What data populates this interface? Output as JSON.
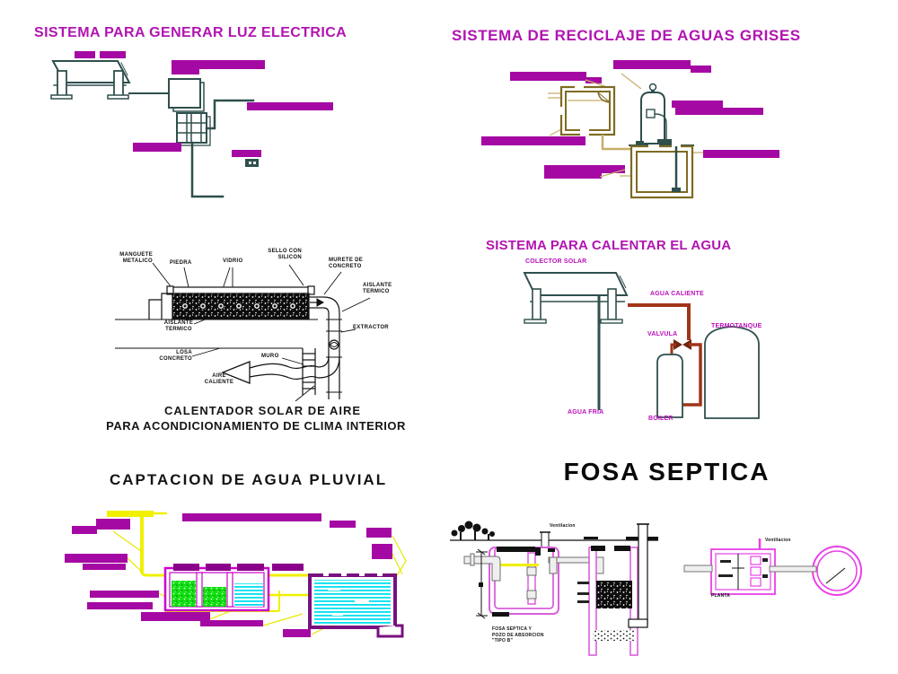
{
  "panels": {
    "luz": {
      "title": "SISTEMA PARA GENERAR LUZ ELECTRICA"
    },
    "grises": {
      "title": "SISTEMA DE RECICLAJE DE AGUAS GRISES"
    },
    "calentador_aire": {
      "title_line1": "CALENTADOR SOLAR DE AIRE",
      "title_line2": "PARA ACONDICIONAMIENTO DE CLIMA INTERIOR",
      "labels": {
        "manguete": "MANGUETE\nMETALICO",
        "piedra": "PIEDRA",
        "vidrio": "VIDRIO",
        "sello": "SELLO CON\nSILICON",
        "murete": "MURETE DE\nCONCRETO",
        "aislante_der": "AISLANTE\nTERMICO",
        "extractor": "EXTRACTOR",
        "aislante_izq": "AISLANTE\nTERMICO",
        "losa": "LOSA\nCONCRETO",
        "muro": "MURO",
        "aire": "AIRE\nCALIENTE"
      }
    },
    "calentar_agua": {
      "title": "SISTEMA PARA CALENTAR EL AGUA",
      "labels": {
        "colector": "COLECTOR SOLAR",
        "agua_caliente": "AGUA CALIENTE",
        "valvula": "VALVULA",
        "termotanque": "TERMOTANQUE",
        "agua_fria": "AGUA FRIA",
        "boiler": "BOILER"
      }
    },
    "captacion": {
      "title": "CAPTACION DE AGUA PLUVIAL"
    },
    "fosa": {
      "title": "FOSA SEPTICA",
      "caption": "FOSA SEPTICA Y\nPOZO DE ABSORCION\n\"TIPO B\"",
      "vent_label_section": "Ventilacion",
      "vent_label_plan": "Ventilacion",
      "plan_caption": "PLANTA"
    }
  },
  "colors": {
    "magenta_bar": "#A509A3",
    "magenta_title": "#B114B1",
    "teal_line": "#2F4F4D",
    "olive_wall": "#7E6B22",
    "tan_leader": "#C8AE6B",
    "hot_pipe_red": "#A03518",
    "yellow_pipe": "#F0F000",
    "cyan_water": "#00E0F0",
    "green_filter": "#10DF10",
    "pink_wall": "#DA5FDA",
    "plan_magenta": "#E93FE9",
    "dark_purple_tank": "#78117F"
  }
}
